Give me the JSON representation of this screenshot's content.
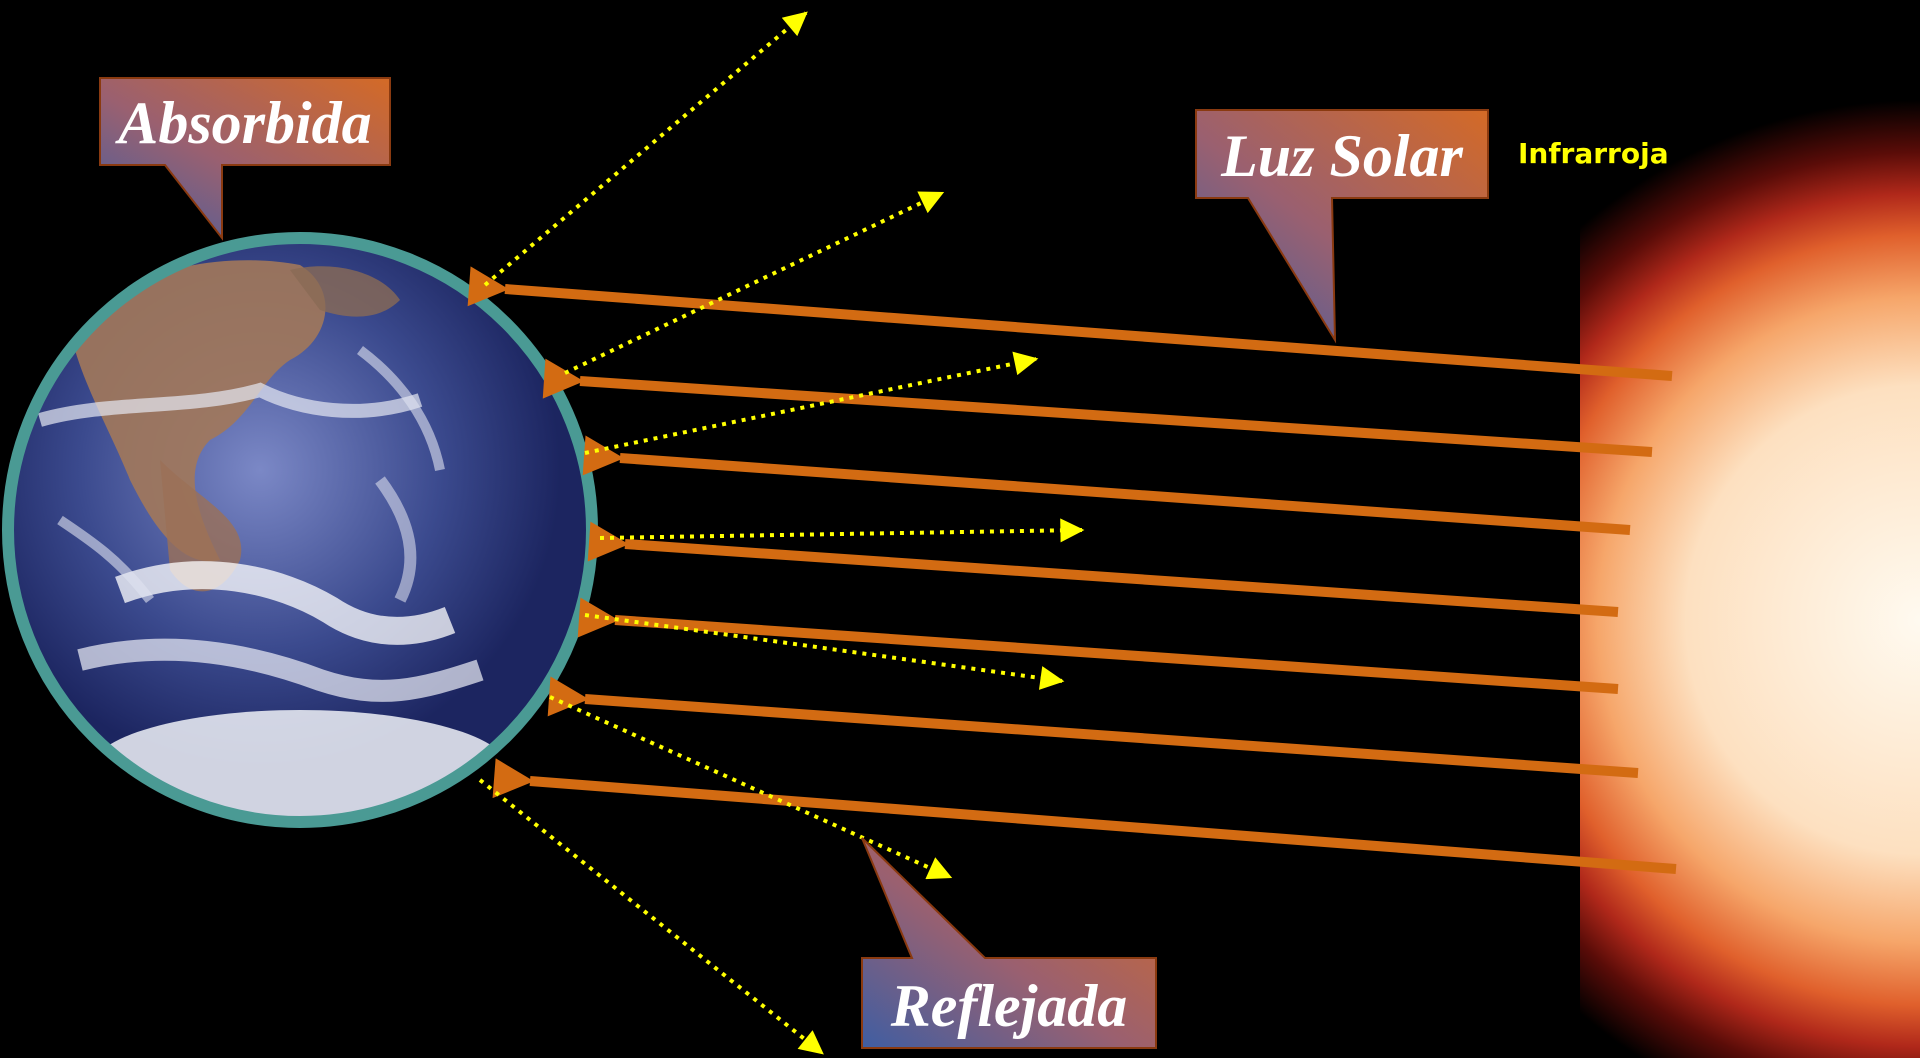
{
  "labels": {
    "absorbed": "Absorbida",
    "sunlight": "Luz Solar",
    "infrared": "Infrarroja",
    "reflected": "Reflejada"
  },
  "colors": {
    "background": "#000000",
    "sunlight_ray": "#d36b12",
    "reflected_ray": "#ffff00",
    "earth_outline": "#4a9a94",
    "callout_top": "#d06a2a",
    "callout_bottom": "#4d5b9a",
    "callout_border": "#8a3a10",
    "infrared_text": "#ffff00"
  },
  "icons": {
    "earth": "earth-globe-icon",
    "sun": "sun-icon"
  }
}
